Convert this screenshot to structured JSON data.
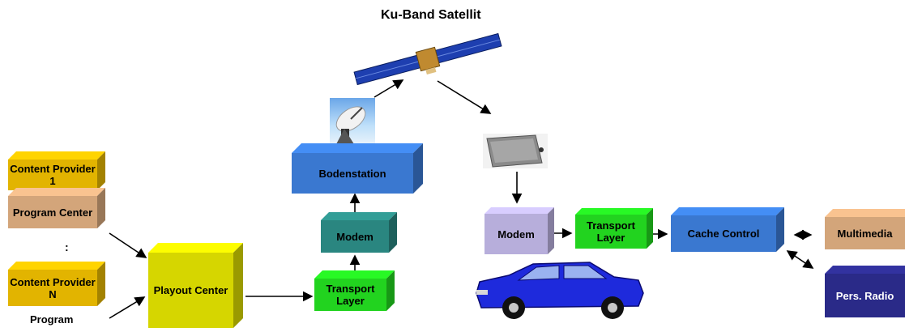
{
  "title": "Ku-Band Satellit",
  "boxes": {
    "content_provider_1": "Content Provider 1",
    "program_center": "Program Center",
    "ellipsis": ":",
    "content_provider_n": "Content Provider N",
    "program": "Program",
    "playout_center": "Playout Center",
    "transport_layer_left": "Transport Layer",
    "modem_left": "Modem",
    "bodenstation": "Bodenstation",
    "modem_right": "Modem",
    "transport_layer_right": "Transport Layer",
    "cache_control": "Cache Control",
    "multimedia": "Multimedia",
    "pers_radio": "Pers. Radio"
  },
  "colors": {
    "gold": "#e2b400",
    "tan": "#d3a57a",
    "yellow": "#d6d600",
    "green": "#22d31f",
    "teal": "#2a8680",
    "blue": "#3a78d0",
    "lavender": "#b7aedb",
    "navy": "#2a2a88",
    "car": "#1e2adc"
  }
}
